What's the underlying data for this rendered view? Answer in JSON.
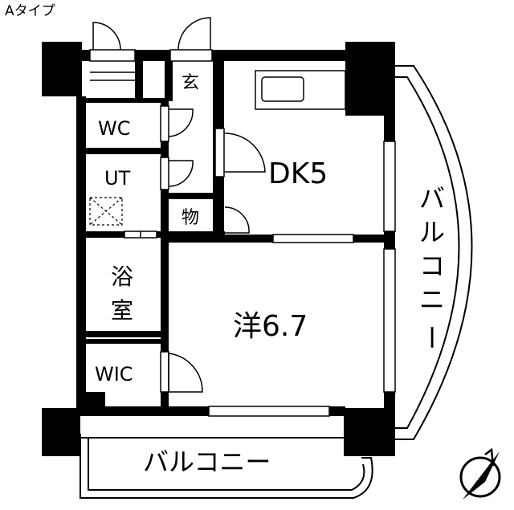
{
  "plan_type": "Aタイプ",
  "rooms": {
    "entrance": "玄",
    "wc": "WC",
    "ut": "UT",
    "storage": "物",
    "bath_line1": "浴",
    "bath_line2": "室",
    "wic": "WIC",
    "dk": "DK5",
    "western": "洋6.7"
  },
  "balcony_right": [
    "バ",
    "ル",
    "コ",
    "ニ",
    "ー"
  ],
  "balcony_bottom": "バルコニー",
  "compass": "north-arrow",
  "colors": {
    "wall": "#000000",
    "background": "#ffffff"
  }
}
